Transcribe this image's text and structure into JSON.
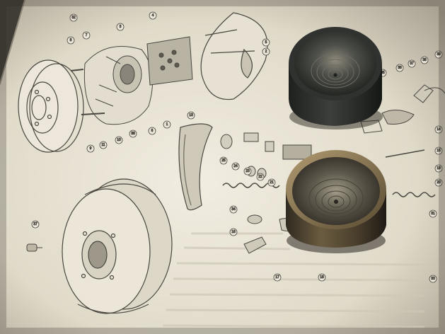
{
  "colors": {
    "paper_light": "#ece7da",
    "paper_shadow": "#bdb6a5",
    "ink": "#4a4740",
    "piston_dark": "#2a2d2a",
    "piston_rim_light": "#8c8576",
    "piston_bronze": "#7a6a4c",
    "piston_bronze_dark": "#3e3423",
    "background_shadow": "#3b3a33"
  },
  "callouts": [
    "8",
    "7",
    "3",
    "4",
    "6",
    "5",
    "2",
    "1",
    "9",
    "11",
    "10",
    "36",
    "13",
    "25",
    "24",
    "23",
    "22",
    "21",
    "34",
    "16",
    "17",
    "18",
    "37",
    "33",
    "35",
    "36",
    "37",
    "38",
    "39",
    "14",
    "15",
    "19",
    "20",
    "31",
    "32"
  ]
}
